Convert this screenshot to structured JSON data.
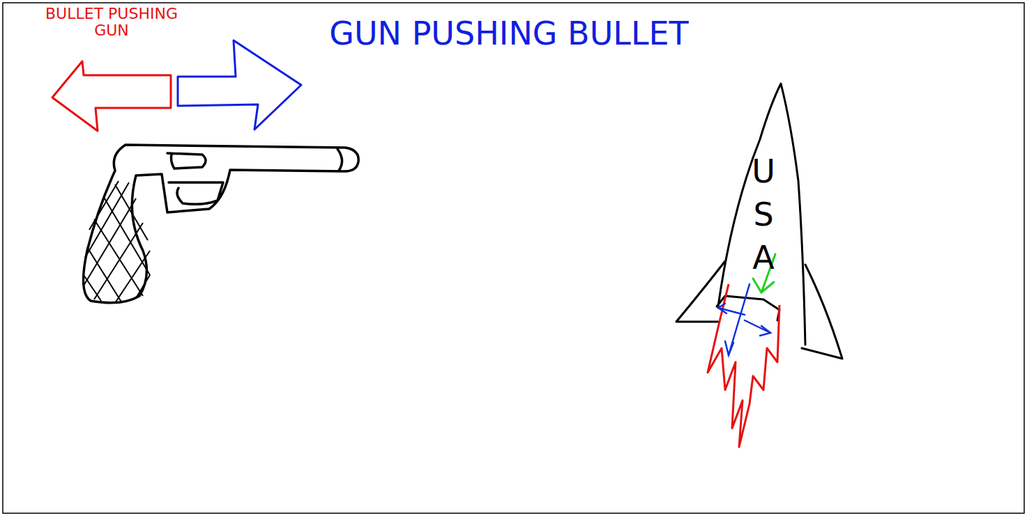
{
  "diagram": {
    "labels": [
      "BULLET PUSHING GUN",
      "GUN PUSHING BULLET",
      "U S A"
    ]
  }
}
